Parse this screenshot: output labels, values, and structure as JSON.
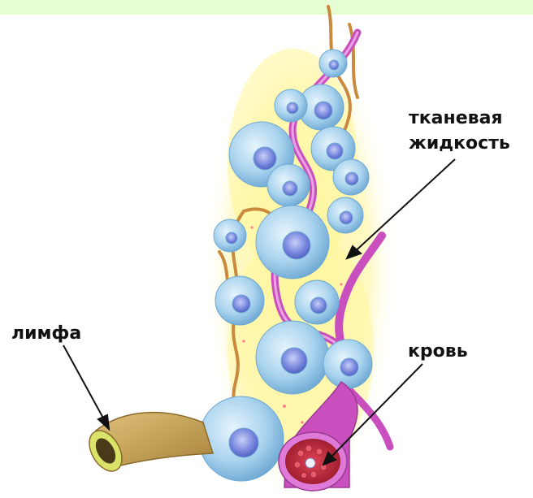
{
  "labels": {
    "tissue_fluid_line1": "тканевая",
    "tissue_fluid_line2": "жидкость",
    "lymph": "лимфа",
    "blood": "кровь"
  },
  "colors": {
    "header_band": "#e6ffd2",
    "interstitial_glow": "#fff48a",
    "cell_fill": "#a9d3ee",
    "nucleus": "#6f7fd8",
    "capillary": "#c94fbf",
    "lymph_vessel": "#c8a45a",
    "nerve_fiber": "#c98a3e",
    "red_blood": "#c8283a"
  },
  "icons": [
    "arrow-pointer",
    "cell",
    "capillary",
    "lymph-vessel"
  ]
}
